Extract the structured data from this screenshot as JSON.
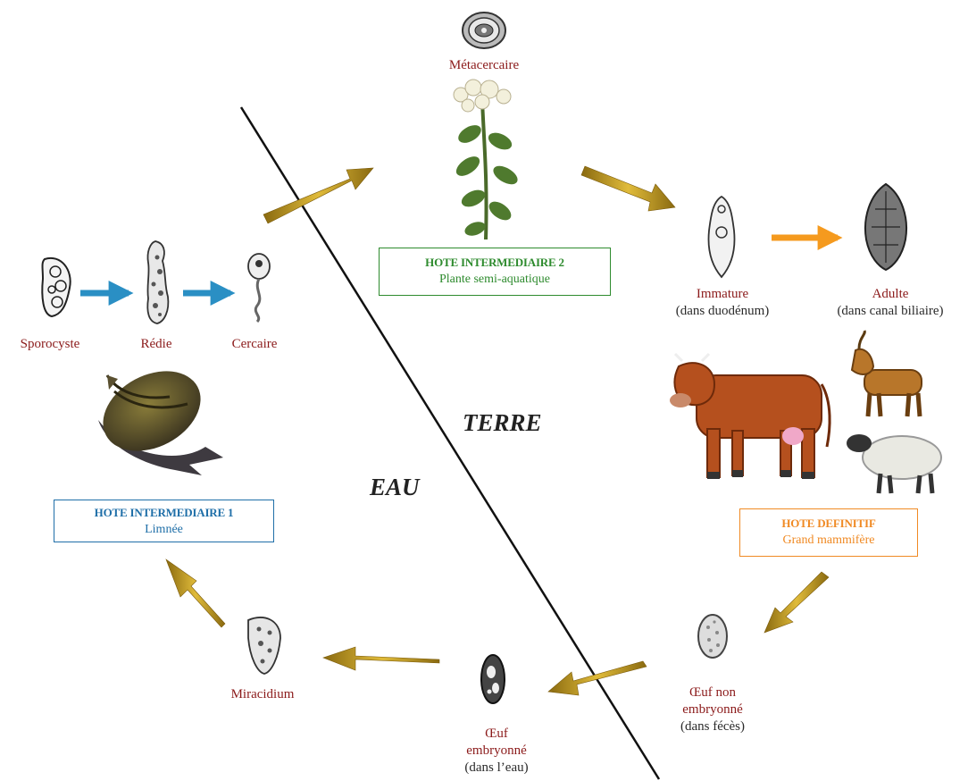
{
  "stages": {
    "sporocyste": "Sporocyste",
    "redie": "Rédie",
    "cercaire": "Cercaire",
    "metacercaire": "Métacercaire",
    "immature": "Immature",
    "immature_loc": "(dans duodénum)",
    "adulte": "Adulte",
    "adulte_loc": "(dans canal biliaire)",
    "oeuf_non_1": "Œuf non",
    "oeuf_non_2": "embryonné",
    "oeuf_non_loc": "(dans fécès)",
    "oeuf_emb_1": "Œuf",
    "oeuf_emb_2": "embryonné",
    "oeuf_emb_loc": "(dans l’eau)",
    "miracidium": "Miracidium"
  },
  "hosts": {
    "h1": {
      "title": "HOTE INTERMEDIAIRE 1",
      "name": "Limnée",
      "color": "#1f6fa8"
    },
    "h2": {
      "title": "HOTE INTERMEDIAIRE 2",
      "name": "Plante semi-aquatique",
      "color": "#2e8b2e"
    },
    "hd": {
      "title": "HOTE DEFINITIF",
      "name": "Grand mammifère",
      "color": "#f08a24"
    }
  },
  "environment": {
    "water": "EAU",
    "land": "TERRE"
  },
  "colors": {
    "arrow_main": "#b38a12",
    "arrow_blue": "#2a8fc4",
    "arrow_orange": "#f59a1e",
    "label": "#8b1a1a"
  },
  "icons": [
    "snail-icon",
    "plant-icon",
    "cow-icon",
    "goat-icon",
    "sheep-icon"
  ]
}
